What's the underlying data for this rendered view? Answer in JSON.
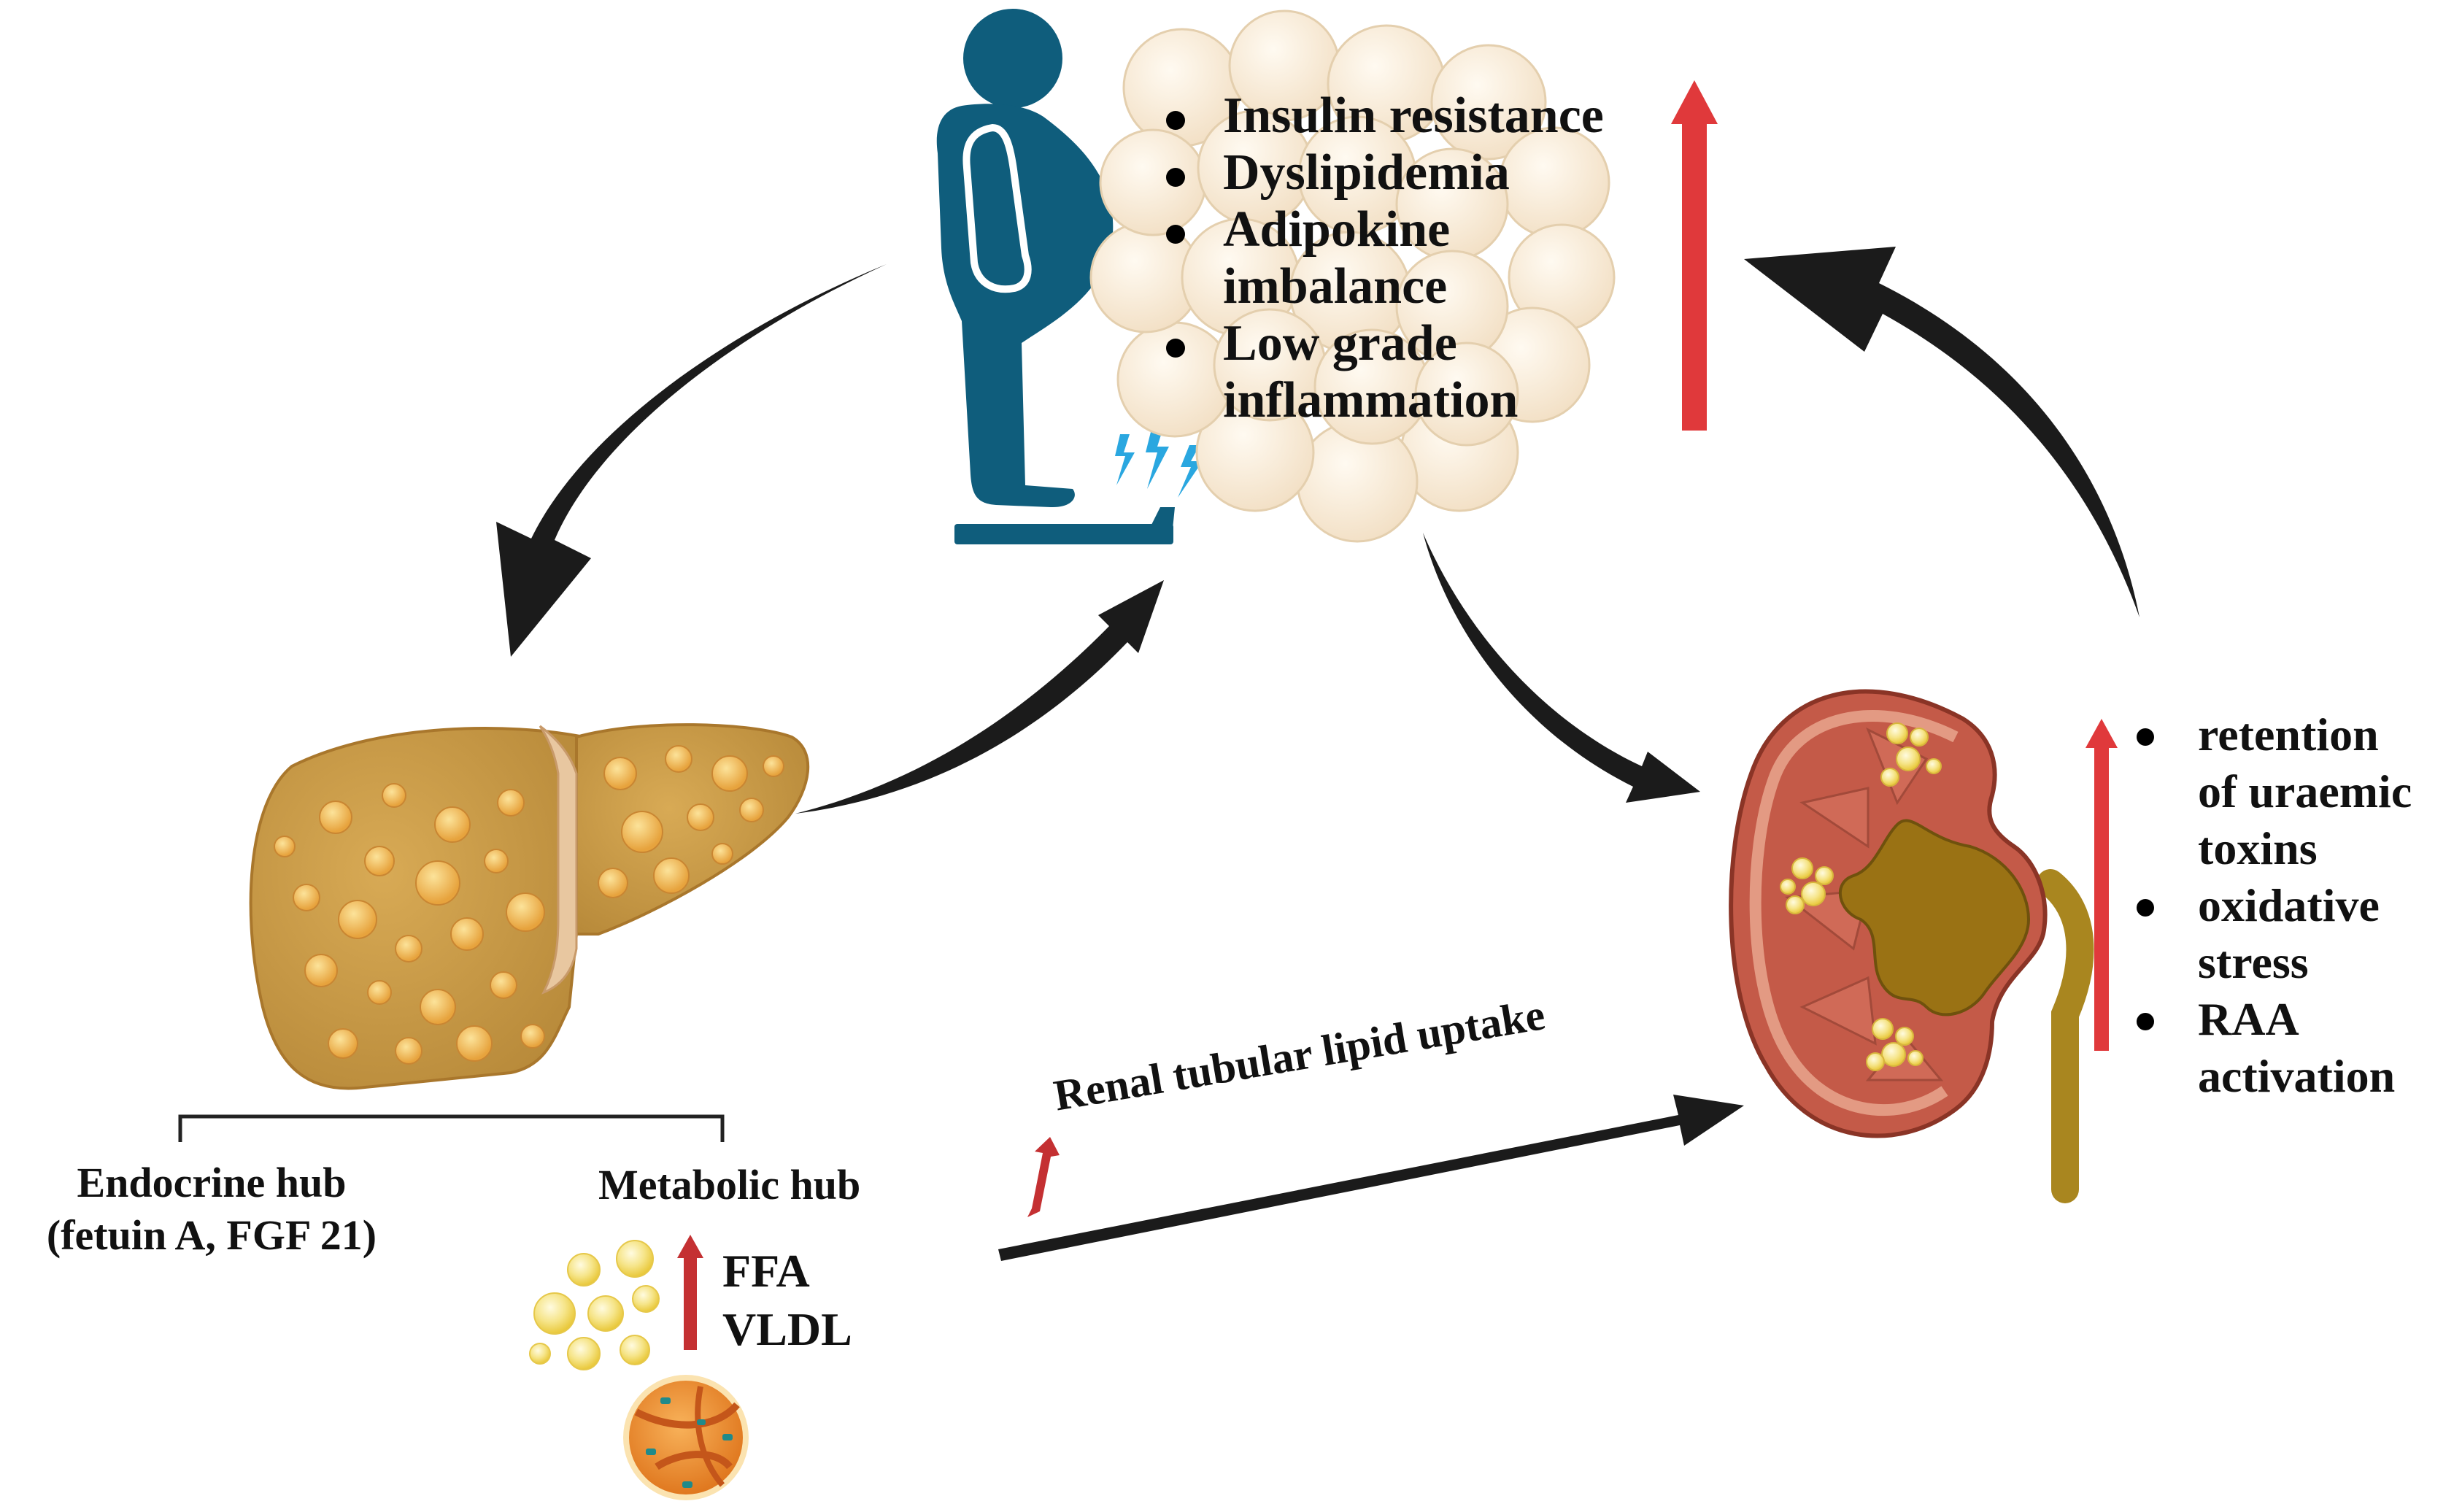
{
  "diagram": {
    "adipose_effects": [
      "Insulin resistance",
      "Dyslipidemia",
      "Adipokine imbalance",
      "Low grade inflammation"
    ],
    "adipose_lines": [
      "Insulin resistance",
      "Dyslipidemia",
      "Adipokine",
      "imbalance",
      "Low grade",
      "inflammation"
    ],
    "kidney_effects": [
      "retention of uraemic toxins",
      "oxidative stress",
      "RAA activation"
    ],
    "liver_hubs": {
      "endocrine_title": "Endocrine hub",
      "endocrine_detail": "(fetuin A, FGF 21)",
      "metabolic_title": "Metabolic hub"
    },
    "lipids": [
      "FFA",
      "VLDL"
    ],
    "renal_pathway_label": "Renal tubular lipid uptake",
    "colors": {
      "arrow": "#1b1b1b",
      "increase_arrow": "#e0393b",
      "person": "#0f5d7c",
      "liver": "#c99a45",
      "adipocyte": "#f7ead6",
      "kidney_cortex": "#c45a48",
      "kidney_pelvis": "#9a7214",
      "lipid_droplet": "#f6dc54",
      "spark": "#2aa7e0"
    },
    "icons": [
      "obese-person-icon",
      "weighing-scale-icon",
      "adipose-tissue-icon",
      "fatty-liver-icon",
      "kidney-icon",
      "lipoprotein-icon",
      "lipid-droplets-icon"
    ]
  }
}
